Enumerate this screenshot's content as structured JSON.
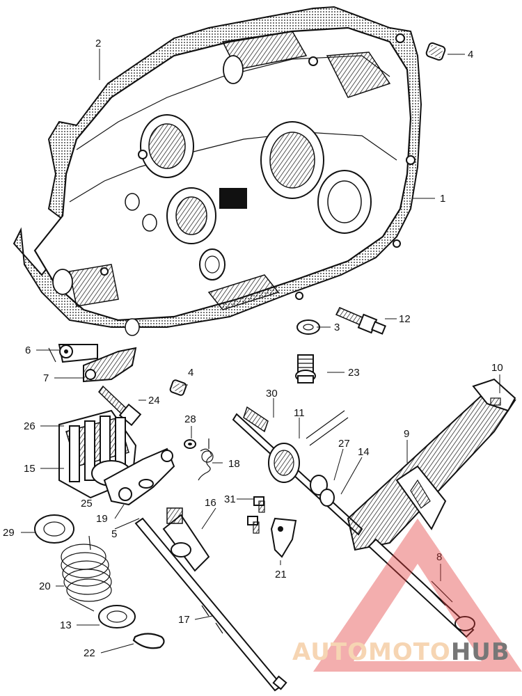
{
  "callouts": {
    "c1": "1",
    "c2": "2",
    "c3": "3",
    "c4a": "4",
    "c4b": "4",
    "c5": "5",
    "c6": "6",
    "c7": "7",
    "c8": "8",
    "c9": "9",
    "c10": "10",
    "c11": "11",
    "c12": "12",
    "c13": "13",
    "c14": "14",
    "c15": "15",
    "c16": "16",
    "c17": "17",
    "c18": "18",
    "c19": "19",
    "c20": "20",
    "c21": "21",
    "c22": "22",
    "c23": "23",
    "c24": "24",
    "c25": "25",
    "c26": "26",
    "c27": "27",
    "c28": "28",
    "c29": "29",
    "c30": "30",
    "c31": "31"
  },
  "watermark": {
    "part1": "AUTO",
    "part2": "MOTO",
    "part3": "HUB",
    "colors": {
      "light": "#f3c79a",
      "dark": "#4a4a4a",
      "triangle": "#e23a3a"
    }
  }
}
